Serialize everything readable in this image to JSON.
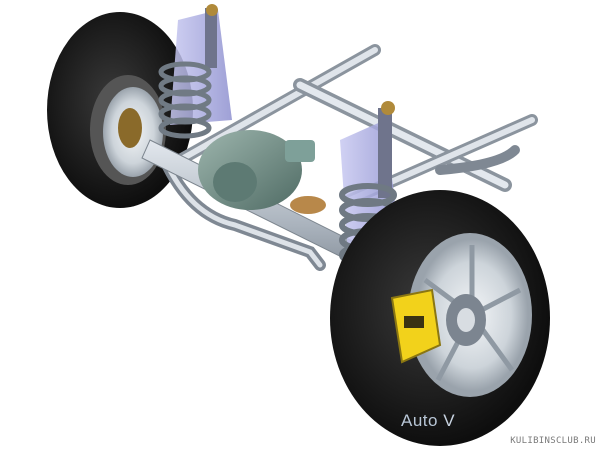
{
  "watermark": {
    "brand_text": "Auto",
    "brand_mark": "V",
    "site": "KULIBINSCLUB.RU"
  },
  "palette": {
    "tire": "#1c1c1c",
    "rim": "#cfd6dc",
    "frame": "#b9c2cc",
    "spring": "#9aa3ad",
    "strut_glass": "#b7b9e6",
    "diff": "#6f8f88",
    "caliper": "#f2d21b"
  }
}
